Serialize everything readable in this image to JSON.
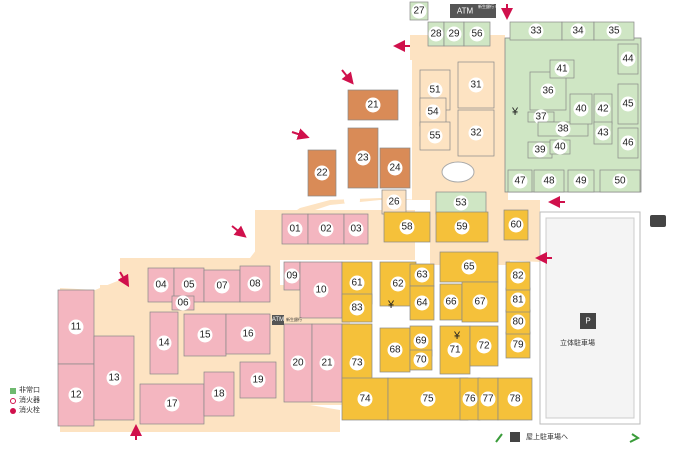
{
  "legend": {
    "emergency_exit": "非常口",
    "extinguisher": "消火器",
    "hydrant": "消火栓"
  },
  "parking_label": "立体駐車場",
  "rooftop_parking": "屋上駐車場へ",
  "atm_top": {
    "label": "ATM",
    "sub": "新生銀行 ゆうちょ"
  },
  "atm_mid": {
    "label": "ATM",
    "sub": "新生銀行"
  },
  "colors": {
    "pink": "#f4b6c0",
    "orange": "#f5c13a",
    "brown": "#d98b57",
    "green": "#cfe6c4",
    "floor": "#fde3c2",
    "arrow": "#d0104c"
  },
  "units": [
    {
      "id": "01"
    },
    {
      "id": "02"
    },
    {
      "id": "03"
    },
    {
      "id": "04"
    },
    {
      "id": "05"
    },
    {
      "id": "06"
    },
    {
      "id": "07"
    },
    {
      "id": "08"
    },
    {
      "id": "09"
    },
    {
      "id": "10"
    },
    {
      "id": "11"
    },
    {
      "id": "12"
    },
    {
      "id": "13"
    },
    {
      "id": "14"
    },
    {
      "id": "15"
    },
    {
      "id": "16"
    },
    {
      "id": "17"
    },
    {
      "id": "18"
    },
    {
      "id": "19"
    },
    {
      "id": "20"
    },
    {
      "id": "21a",
      "label": "21"
    },
    {
      "id": "21b",
      "label": "21"
    },
    {
      "id": "22"
    },
    {
      "id": "23"
    },
    {
      "id": "24"
    },
    {
      "id": "26"
    },
    {
      "id": "27"
    },
    {
      "id": "28"
    },
    {
      "id": "29"
    },
    {
      "id": "31"
    },
    {
      "id": "32"
    },
    {
      "id": "33"
    },
    {
      "id": "34"
    },
    {
      "id": "35"
    },
    {
      "id": "36"
    },
    {
      "id": "37"
    },
    {
      "id": "38"
    },
    {
      "id": "39"
    },
    {
      "id": "40a",
      "label": "40"
    },
    {
      "id": "40b",
      "label": "40"
    },
    {
      "id": "41"
    },
    {
      "id": "42"
    },
    {
      "id": "43"
    },
    {
      "id": "44"
    },
    {
      "id": "45"
    },
    {
      "id": "46"
    },
    {
      "id": "47"
    },
    {
      "id": "48"
    },
    {
      "id": "49"
    },
    {
      "id": "50"
    },
    {
      "id": "51"
    },
    {
      "id": "53"
    },
    {
      "id": "54"
    },
    {
      "id": "55"
    },
    {
      "id": "56"
    },
    {
      "id": "58"
    },
    {
      "id": "59"
    },
    {
      "id": "60"
    },
    {
      "id": "61"
    },
    {
      "id": "62"
    },
    {
      "id": "63"
    },
    {
      "id": "64"
    },
    {
      "id": "65"
    },
    {
      "id": "66"
    },
    {
      "id": "67"
    },
    {
      "id": "68"
    },
    {
      "id": "69"
    },
    {
      "id": "70"
    },
    {
      "id": "71"
    },
    {
      "id": "72"
    },
    {
      "id": "73"
    },
    {
      "id": "74"
    },
    {
      "id": "75"
    },
    {
      "id": "76"
    },
    {
      "id": "77"
    },
    {
      "id": "78"
    },
    {
      "id": "79"
    },
    {
      "id": "80"
    },
    {
      "id": "81"
    },
    {
      "id": "82"
    },
    {
      "id": "83"
    }
  ]
}
